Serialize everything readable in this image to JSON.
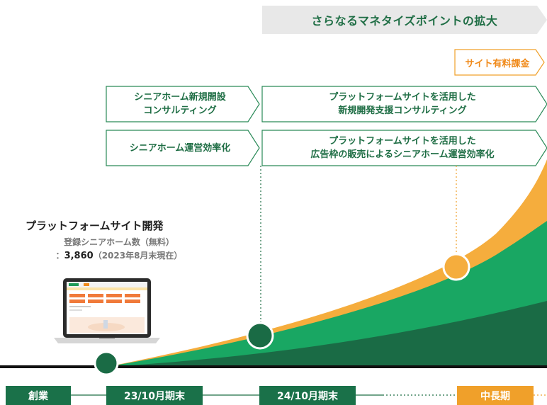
{
  "banner": {
    "text": "さらなるマネタイズポイントの拡大"
  },
  "monetization": {
    "label": "サイト有料課金"
  },
  "services": {
    "consulting_new_line1": "シニアホーム新規開設",
    "consulting_new_line2": "コンサルティング",
    "consulting_platform_line1": "プラットフォームサイトを活用した",
    "consulting_platform_line2": "新規開発支援コンサルティング",
    "efficiency": "シニアホーム運営効率化",
    "efficiency_platform_line1": "プラットフォームサイトを活用した",
    "efficiency_platform_line2": "広告枠の販売によるシニアホーム運営効率化"
  },
  "development": {
    "title": "プラットフォームサイト開発",
    "registered_label": "登録シニアホーム数（無料）",
    "registered_prefix": "：",
    "registered_count": "3,860",
    "registered_note": "（2023年8月末現在）"
  },
  "timeline": {
    "founding": "創業",
    "fy23": "23/10月期末",
    "fy24": "24/10月期末",
    "mid_long": "中長期"
  },
  "colors": {
    "dark_green": "#1a6b45",
    "green": "#19a763",
    "orange": "#f5ad3d",
    "banner_gray": "#e8e8e8"
  }
}
